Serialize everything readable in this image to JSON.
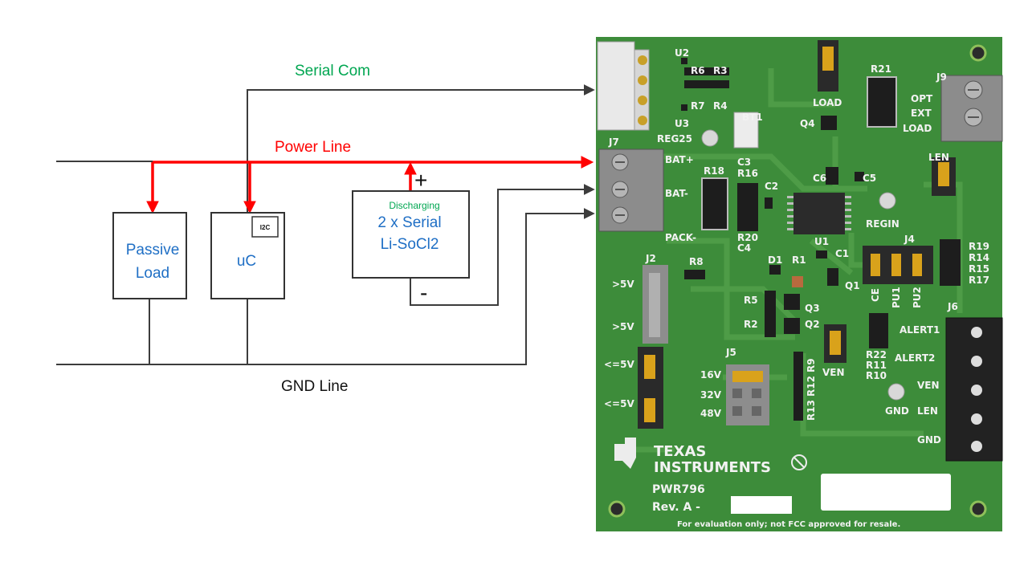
{
  "diagram": {
    "labels": {
      "serial_com": "Serial Com",
      "power_line": "Power Line",
      "gnd_line": "GND Line",
      "passive_load": [
        "Passive",
        "Load"
      ],
      "uc": "uC",
      "i2c": "I2C",
      "discharging": "Discharging",
      "battery": [
        "2 x Serial",
        "Li-SoCl2"
      ],
      "plus": "+",
      "minus": "-"
    },
    "colors": {
      "serial_com": "#00a651",
      "power_line": "#ff0000",
      "blue_text": "#1f6fc5",
      "wire": "#3c3c3c"
    }
  },
  "board": {
    "labels": {
      "u2": "U2",
      "r6": "R6",
      "r3": "R3",
      "r7": "R7",
      "r4": "R4",
      "u3": "U3",
      "reg25": "REG25",
      "bt1": "BT1",
      "j7": "J7",
      "bat_plus": "BAT+",
      "bat_minus": "BAT-",
      "pack_minus": "PACK-",
      "r18": "R18",
      "c3": "C3",
      "r16": "R16",
      "c2": "C2",
      "r20": "R20",
      "c4": "C4",
      "c6": "C6",
      "c5": "C5",
      "u1": "U1",
      "c1": "C1",
      "regin": "REGIN",
      "load_top": "LOAD",
      "q4": "Q4",
      "r21": "R21",
      "j9": "J9",
      "opt": "OPT",
      "ext": "EXT",
      "load_j9": "LOAD",
      "len_top": "LEN",
      "j4": "J4",
      "ce": "CE",
      "pu1": "PU1",
      "pu2": "PU2",
      "r19": "R19",
      "r14": "R14",
      "r15": "R15",
      "r17": "R17",
      "j2": "J2",
      "gt5v_1": ">5V",
      "gt5v_2": ">5V",
      "le5v_1": "<=5V",
      "le5v_2": "<=5V",
      "r8": "R8",
      "d1": "D1",
      "r1": "R1",
      "q1": "Q1",
      "r5": "R5",
      "q3": "Q3",
      "r2": "R2",
      "q2": "Q2",
      "ven_mid": "VEN",
      "r22": "R22",
      "r11": "R11",
      "r10": "R10",
      "j5": "J5",
      "v16": "16V",
      "v32": "32V",
      "v48": "48V",
      "r9": "R9",
      "r12": "R12",
      "r13": "R13",
      "j6": "J6",
      "alert1": "ALERT1",
      "alert2": "ALERT2",
      "ven": "VEN",
      "gnd_tp": "GND",
      "len": "LEN",
      "gnd": "GND",
      "texas": "TEXAS",
      "instruments": "INSTRUMENTS",
      "model": "PWR796",
      "rev": "Rev. A -",
      "disclaimer": "For evaluation only; not FCC approved for resale."
    },
    "colors": {
      "pcb": "#3d8c3a",
      "trace": "#4e9c47",
      "silk": "#f2f2f2"
    }
  }
}
